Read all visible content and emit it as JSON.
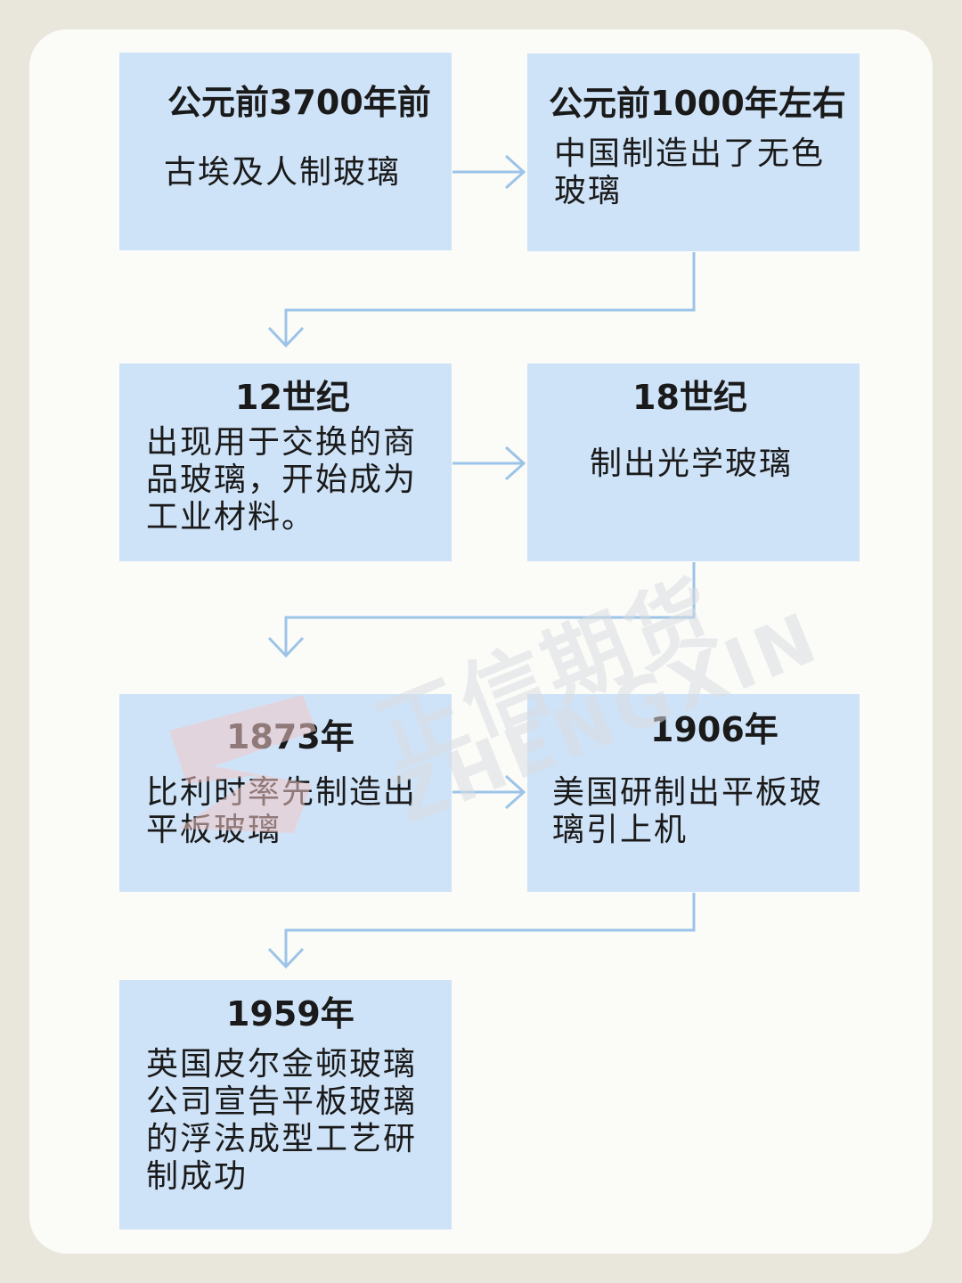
{
  "steps": [
    {
      "title": "公元前3700年前",
      "text": "古埃及人制玻璃"
    },
    {
      "title": "公元前1000年左右",
      "text": "中国制造出了无色\n玻璃"
    },
    {
      "title": "12世纪",
      "text": "出现用于交换的商\n品玻璃，开始成为\n工业材料。"
    },
    {
      "title": "18世纪",
      "text": "制出光学玻璃"
    },
    {
      "title": "1873年",
      "text": "比利时率先制造出\n平板玻璃"
    },
    {
      "title": "1906年",
      "text": "美国研制出平板玻\n璃引上机"
    },
    {
      "title": "1959年",
      "text": "英国皮尔金顿玻璃\n公司宣告平板玻璃\n的浮法成型工艺研\n制成功"
    }
  ],
  "watermark": {
    "name_cn": "正信期货",
    "name_en": "ZHENGXIN"
  },
  "colors": {
    "box": "#cfe3f8",
    "arrow": "#9cc4e8",
    "background": "#e9e6dc",
    "card": "#fbfbf8"
  }
}
